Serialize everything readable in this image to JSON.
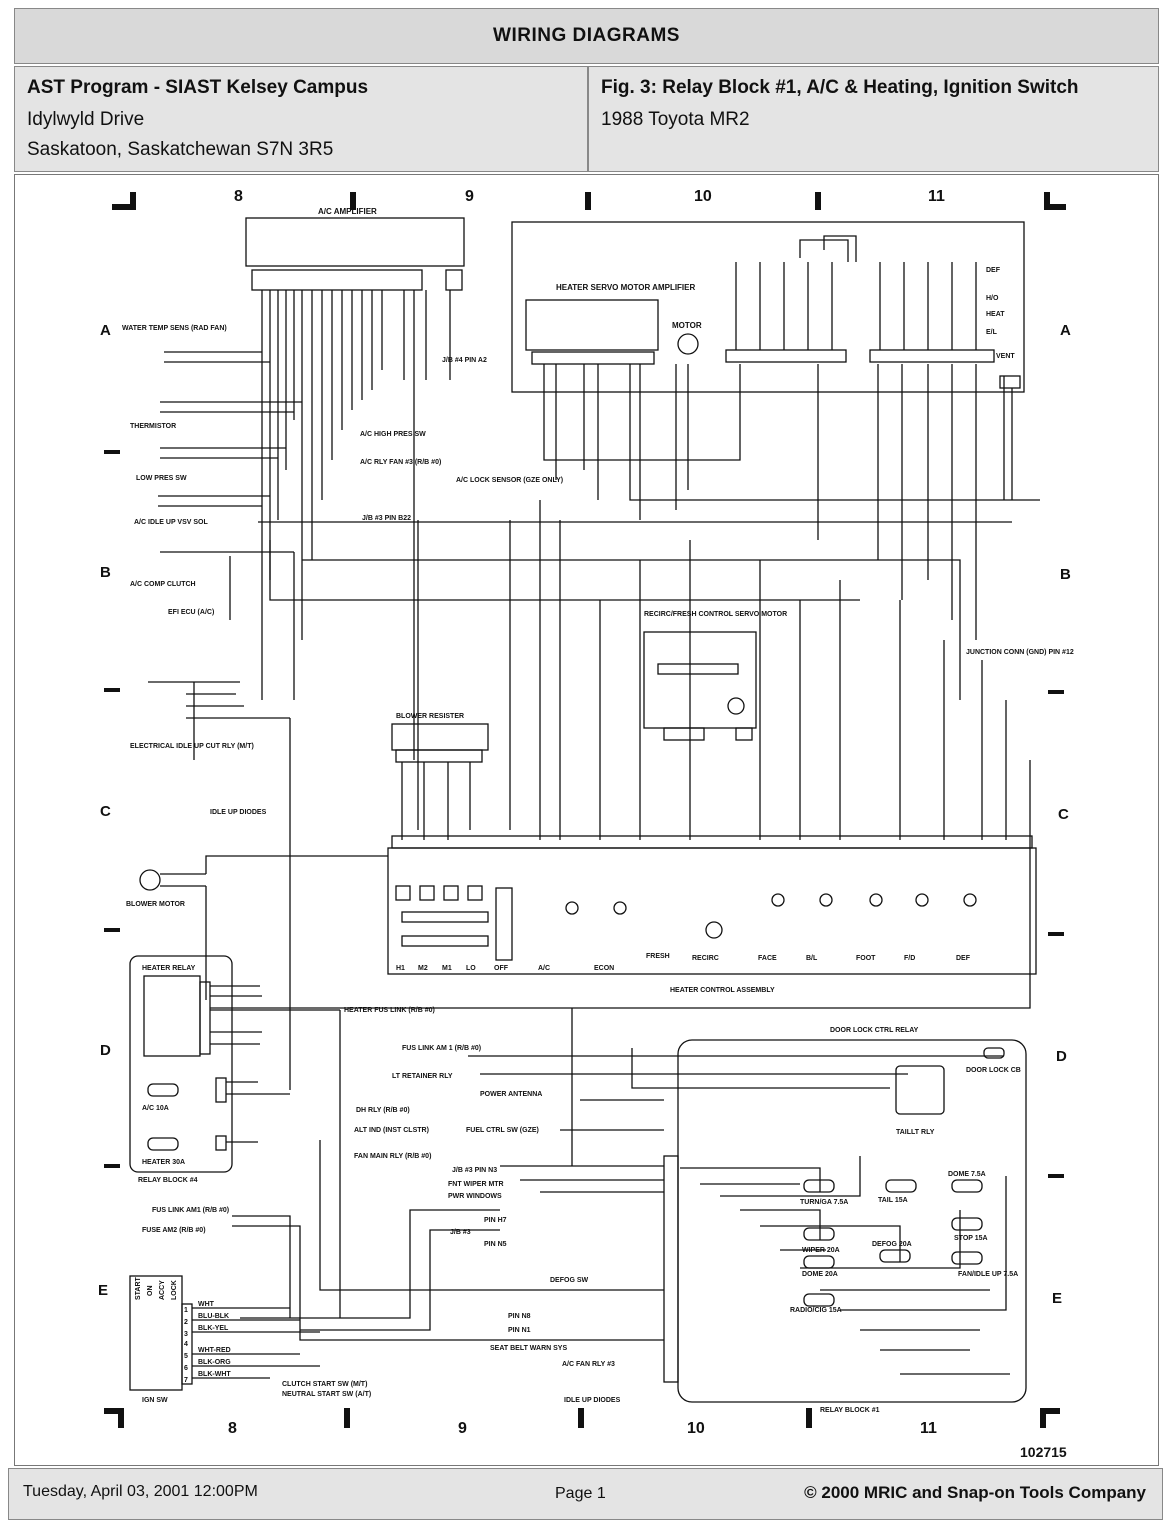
{
  "header": {
    "title": "WIRING DIAGRAMS",
    "org_name": "AST Program - SIAST Kelsey Campus",
    "org_street": "Idylwyld Drive",
    "org_city": "Saskatoon, Saskatchewan S7N 3R5",
    "fig_title": "Fig. 3:  Relay Block #1, A/C & Heating, Ignition Switch",
    "vehicle": "1988 Toyota MR2"
  },
  "grid": {
    "columns": [
      "8",
      "9",
      "10",
      "11"
    ],
    "rows": [
      "A",
      "B",
      "C",
      "D",
      "E"
    ],
    "top_letters": [
      "J",
      "L"
    ],
    "bottom_letters": [
      "J",
      "L"
    ]
  },
  "components": {
    "ac_amplifier": "A/C AMPLIFIER",
    "heater_servo_amp": "HEATER SERVO MOTOR AMPLIFIER",
    "motor": "MOTOR",
    "water_temp": "WATER TEMP SENS (RAD FAN)",
    "thermistor": "THERMISTOR",
    "low_pres_sw": "LOW PRES SW",
    "ac_idle_up": "A/C IDLE UP VSV SOL",
    "ac_comp_clutch": "A/C COMP CLUTCH",
    "efi_ecu": "EFI ECU (A/C)",
    "ac_high_pres": "A/C HIGH PRES SW",
    "ac_rly_fan": "A/C RLY FAN #3 (R/B #0)",
    "jb4_pin_a2": "J/B #4 PIN A2",
    "jb3_pin_b22": "J/B #3 PIN B22",
    "ac_lock_sensor": "A/C LOCK SENSOR (GZE ONLY)",
    "recirc_motor": "RECIRC/FRESH CONTROL SERVO MOTOR",
    "junction_conn": "JUNCTION CONN (GND) PIN #12",
    "elec_idle_up": "ELECTRICAL IDLE UP CUT RLY (M/T)",
    "idle_up_diodes": "IDLE UP DIODES",
    "blower_resister": "BLOWER RESISTER",
    "blower_motor": "BLOWER MOTOR",
    "heater_control": "HEATER CONTROL ASSEMBLY",
    "heater_relay": "HEATER RELAY",
    "relay_block_4": "RELAY BLOCK #4",
    "relay_block_1": "RELAY BLOCK #1",
    "ign_sw": "IGN SW",
    "heater_fus_link": "HEATER FUS LINK (R/B #0)",
    "door_lock_relay": "DOOR LOCK CTRL RELAY",
    "door_lock_cb": "DOOR LOCK CB",
    "taillt_rly": "TAILLT RLY",
    "fus_link_am1": "FUS LINK AM 1 (R/B #0)",
    "lt_retainer": "LT RETAINER RLY",
    "power_antenna": "POWER ANTENNA",
    "fuel_ctrl": "FUEL CTRL SW (GZE)",
    "jb3_pin_n3": "J/B #3 PIN N3",
    "fnt_wiper": "FNT WIPER MTR",
    "pwr_windows": "PWR WINDOWS",
    "jb3": "J/B #3",
    "defog_sw": "DEFOG SW",
    "seat_belt": "SEAT BELT WARN SYS",
    "ac_fan_rly": "A/C FAN RLY #3",
    "idle_up_diodes2": "IDLE UP DIODES",
    "dh_rly": "DH RLY (R/B #0)",
    "alt_ind": "ALT IND (INST CLSTR)",
    "fan_main_rly": "FAN MAIN RLY (R/B #0)",
    "fus_link_am1b": "FUS LINK AM1 (R/B #0)",
    "fuse_am2": "FUSE AM2 (R/B #0)",
    "clutch_start": "CLUTCH START SW (M/T)",
    "neutral_start": "NEUTRAL START SW (A/T)",
    "pin_h7": "PIN H7",
    "pin_n5": "PIN N5",
    "pin_n8": "PIN N8",
    "pin_n1": "PIN N1"
  },
  "fuses": {
    "ac_10a": "A/C 10A",
    "heater_30a": "HEATER 30A",
    "turn_gauge": "TURN/GA 7.5A",
    "wiper": "WIPER 20A",
    "dome": "DOME 7.5A",
    "stop": "STOP 15A",
    "tail": "TAIL 15A",
    "defog": "DEFOG 20A",
    "fan_idle": "FAN/IDLE UP 7.5A",
    "radio": "RADIO/CIG 15A",
    "dome2": "DOME 20A"
  },
  "heater_modes": [
    "H/O",
    "HEAT",
    "E/L",
    "DEF",
    "VENT"
  ],
  "control_labels": [
    "H1",
    "M2",
    "M1",
    "LO",
    "OFF",
    "A/C",
    "ECON",
    "FRESH",
    "RECIRC",
    "FACE",
    "B/L",
    "FOOT",
    "F/D",
    "DEF"
  ],
  "ign_columns": [
    "START",
    "ON",
    "ACCY",
    "LOCK"
  ],
  "ign_pins": [
    "1",
    "2",
    "3",
    "4",
    "5",
    "6",
    "7"
  ],
  "ign_wires": [
    "WHT",
    "BLU-BLK",
    "BLK-YEL",
    "WHT-RED",
    "BLK-ORG",
    "BLK-WHT"
  ],
  "footer": {
    "date": "Tuesday, April 03, 2001  12:00PM",
    "page": "Page 1",
    "copyright": "© 2000 MRIC and Snap-on Tools Company",
    "fig_id": "102715"
  }
}
